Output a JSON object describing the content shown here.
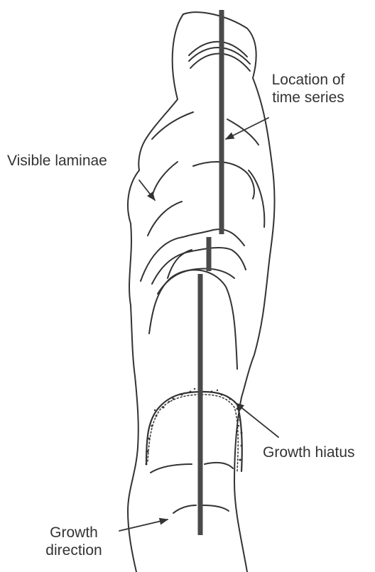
{
  "labels": {
    "visible_laminae": "Visible laminae",
    "time_series_line1": "Location of",
    "time_series_line2": "time series",
    "growth_hiatus": "Growth hiatus",
    "growth_direction_line1": "Growth",
    "growth_direction_line2": "direction"
  },
  "colors": {
    "ink": "#333333",
    "track": "#4a4a4a",
    "background": "#ffffff"
  }
}
